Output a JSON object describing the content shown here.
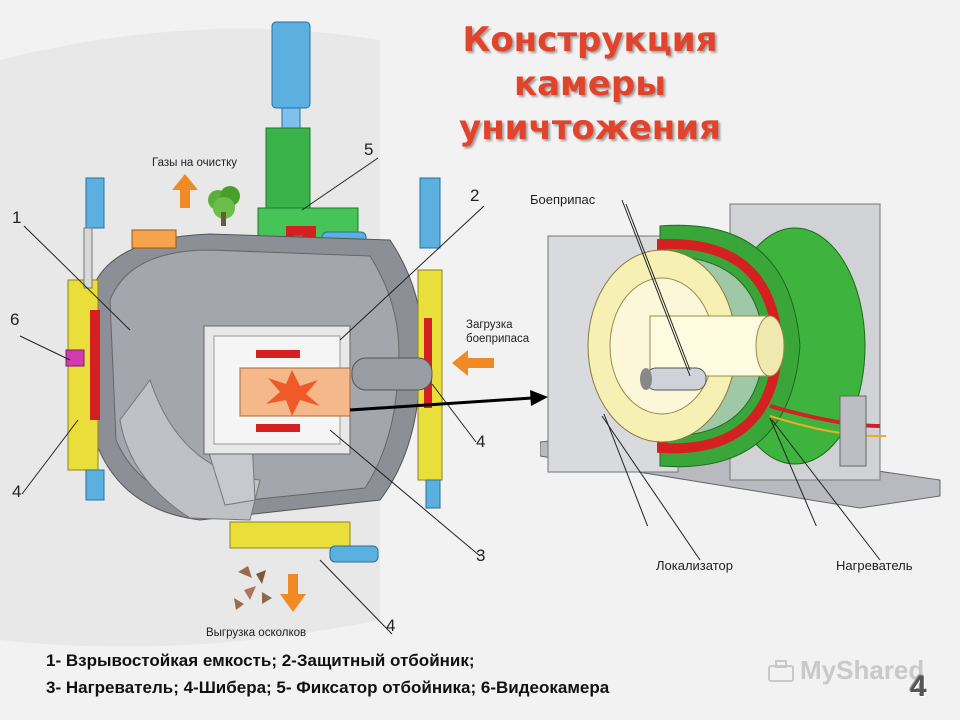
{
  "title": {
    "line1": "Конструкция",
    "line2": "камеры уничтожения"
  },
  "labels": {
    "gases": "Газы на очистку",
    "loading_line1": "Загрузка",
    "loading_line2": "боеприпаса",
    "unloading": "Выгрузка осколков",
    "munition": "Боеприпас",
    "localizer": "Локализатор",
    "heater": "Нагреватель"
  },
  "callouts": [
    "1",
    "2",
    "3",
    "4",
    "5",
    "6"
  ],
  "legend": {
    "line1": "1- Взрывостойкая емкость; 2-Защитный отбойник;",
    "line2": "3- Нагреватель; 4-Шибера; 5- Фиксатор отбойника; 6-Видеокамера"
  },
  "watermark": "MyShared",
  "page_number": "4",
  "colors": {
    "title": "#e2432a",
    "vessel": "#8a8c94",
    "frame": "#eadf3a",
    "green": "#3ab44a",
    "blue": "#4fa6d8",
    "red": "#d42020",
    "arrow": "#f08a24"
  }
}
